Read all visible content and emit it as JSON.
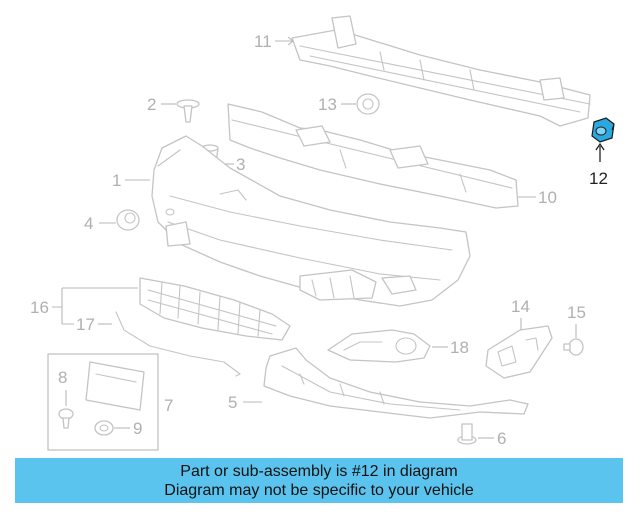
{
  "colors": {
    "banner_background": "#5bc4ee",
    "highlight_part": "#2aa9e0",
    "outline": "#c4c4c4",
    "callout_text": "#b0b0b0"
  },
  "callouts": {
    "c1": "1",
    "c2": "2",
    "c3": "3",
    "c4": "4",
    "c5": "5",
    "c6": "6",
    "c7": "7",
    "c8": "8",
    "c9": "9",
    "c10": "10",
    "c11": "11",
    "c12": "12",
    "c13": "13",
    "c14": "14",
    "c15": "15",
    "c16": "16",
    "c17": "17",
    "c18": "18"
  },
  "highlighted_part": "12",
  "banner": {
    "line1": "Part or sub-assembly is #12 in diagram",
    "line2": "Diagram may not be specific to your vehicle"
  }
}
